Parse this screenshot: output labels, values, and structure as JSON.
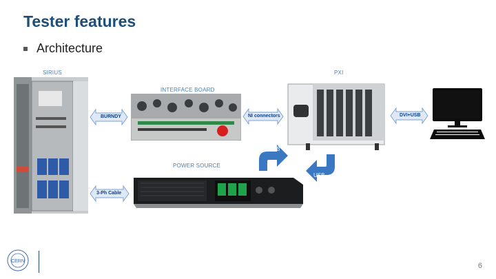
{
  "slide": {
    "title": "Tester features",
    "bullet": "Architecture",
    "page_number": "6"
  },
  "diagram": {
    "labels": {
      "sirius": "SIRIUS",
      "interface_board": "INTERFACE BOARD",
      "pxi": "PXI",
      "power_source": "POWER SOURCE"
    },
    "arrows": {
      "burndy": "BURNDY",
      "ni_connectors": "NI connectors",
      "dvi_usb": "DVI+USB",
      "three_ph_cable": "3-Ph Cable",
      "usb_up": "USB",
      "usb_down": "USB"
    }
  },
  "colors": {
    "title": "#1f4e79",
    "arrow_fill": "#dfe9f6",
    "arrow_stroke": "#7aa3d4",
    "usb_arrow": "#3a78c2",
    "caption": "#4a7fb5"
  },
  "logo": {
    "text": "CERN"
  }
}
